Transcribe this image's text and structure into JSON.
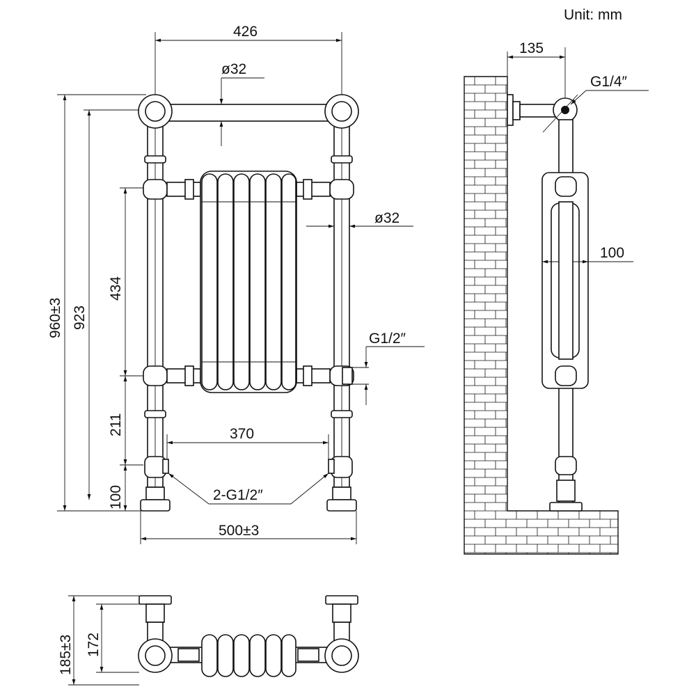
{
  "unit_label": "Unit: mm",
  "front_view": {
    "width_top": "426",
    "rail_dia_top": "ø32",
    "rail_dia_side": "ø32",
    "height_overall": "960±3",
    "height_inner": "923",
    "rad_height": "434",
    "lower_rail": "211",
    "foot_height": "100",
    "inlet_spacing": "370",
    "inlets": "2-G1/2″",
    "valve": "G1/2″",
    "width_overall": "500±3"
  },
  "side_view": {
    "projection": "135",
    "air_vent": "G1/4″",
    "depth": "100"
  },
  "plan_view": {
    "depth_overall": "185±3",
    "depth_inner": "172"
  }
}
